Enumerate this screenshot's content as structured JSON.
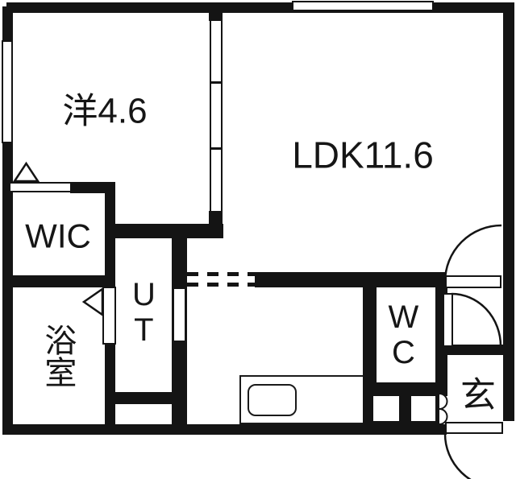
{
  "floorplan": {
    "type": "japanese-apartment-floor-plan",
    "colors": {
      "wall": "#141414",
      "floor": "#ffffff"
    },
    "rooms": [
      {
        "id": "western-room",
        "label": "洋4.6"
      },
      {
        "id": "ldk",
        "label": "LDK11.6"
      },
      {
        "id": "walk-in-closet",
        "label": "WIC"
      },
      {
        "id": "bathroom",
        "label": "浴室"
      },
      {
        "id": "utility",
        "label": "UT"
      },
      {
        "id": "toilet",
        "label": "WC"
      },
      {
        "id": "entrance",
        "label": "玄"
      }
    ]
  }
}
